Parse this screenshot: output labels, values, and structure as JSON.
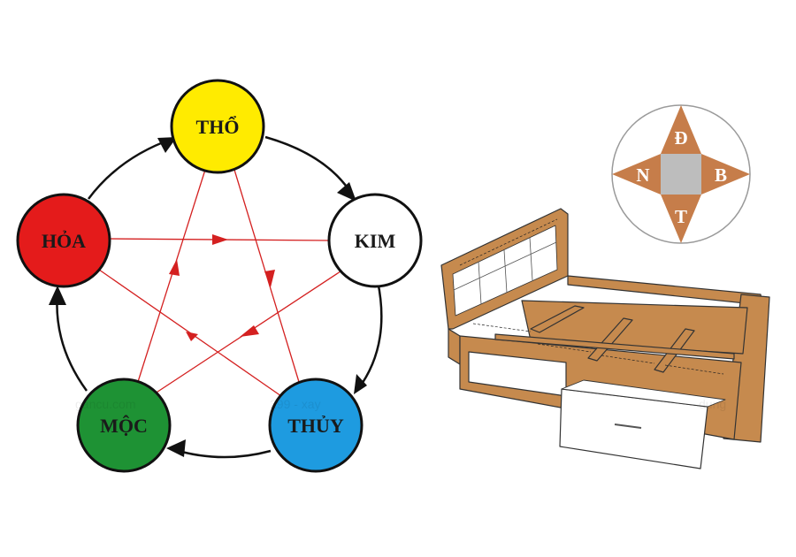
{
  "ngu_hanh": {
    "elements": [
      {
        "key": "tho",
        "label": "THỔ",
        "color": "#FFEB00"
      },
      {
        "key": "kim",
        "label": "KIM",
        "color": "#FFFFFF"
      },
      {
        "key": "thuy",
        "label": "THỦY",
        "color": "#1E9BE0"
      },
      {
        "key": "moc",
        "label": "MỘC",
        "color": "#1E9234"
      },
      {
        "key": "hoa",
        "label": "HỎA",
        "color": "#E41B1B"
      }
    ],
    "cycle_color": "#111111",
    "star_color": "#D42020"
  },
  "compass": {
    "north": "Đ",
    "west": "N",
    "east": "B",
    "south": "T",
    "arm_color": "#C67D4A",
    "center_color": "#BDBDBD"
  },
  "bed": {
    "wood_color": "#C68A4E",
    "drawer_color": "#FFFFFF"
  },
  "watermark": {
    "text_left": "gancu.com",
    "text_mid": "299 - xay",
    "text_right": "dung"
  }
}
